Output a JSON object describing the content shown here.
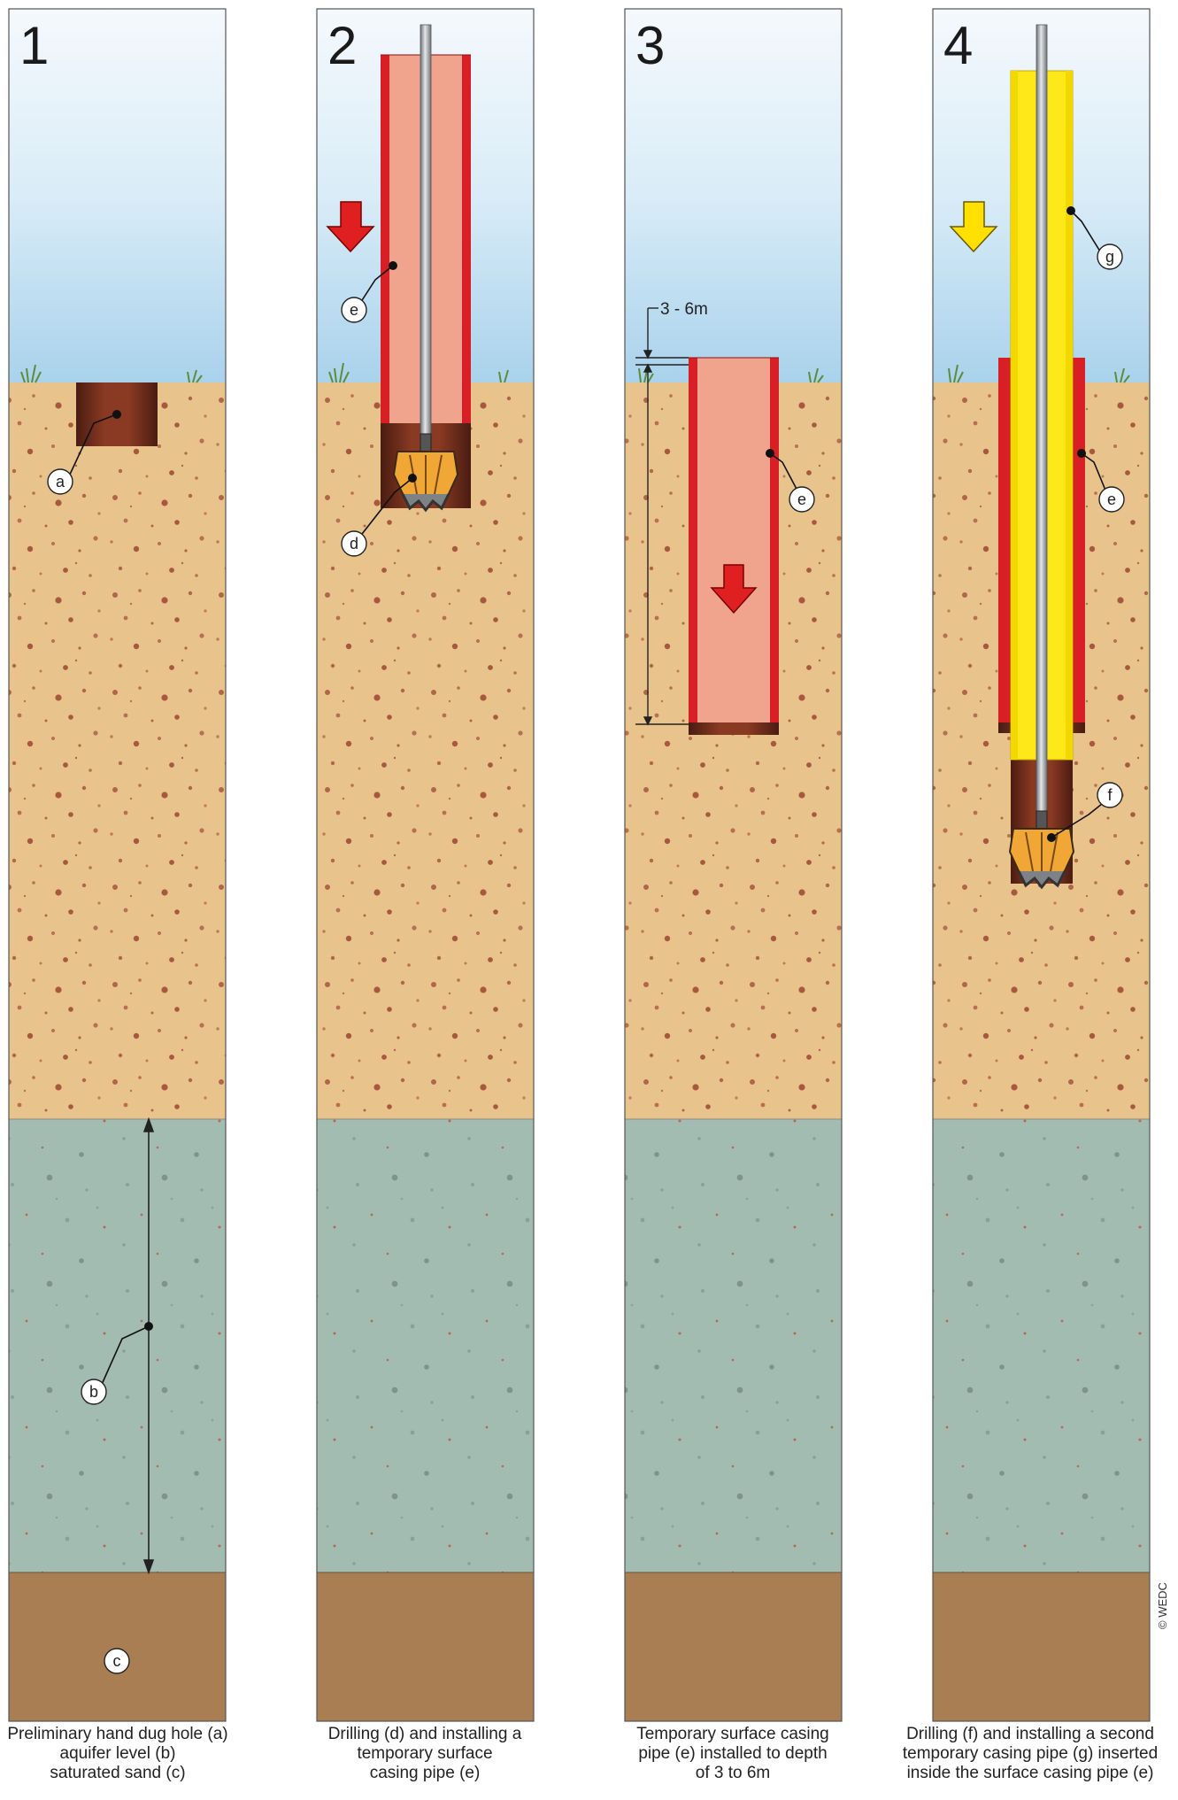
{
  "panels": [
    {
      "number": "1",
      "caption": [
        "Preliminary hand dug hole (a)",
        "aquifer level (b)",
        "saturated sand (c)"
      ],
      "callouts": [
        "a",
        "b",
        "c"
      ]
    },
    {
      "number": "2",
      "caption": [
        "Drilling (d) and installing a",
        "temporary surface",
        "casing pipe (e)"
      ],
      "callouts": [
        "e",
        "d"
      ]
    },
    {
      "number": "3",
      "caption": [
        "Temporary surface casing",
        "pipe (e) installed to depth",
        "of 3 to 6m"
      ],
      "callouts": [
        "e"
      ],
      "dimension": "3 - 6m"
    },
    {
      "number": "4",
      "caption": [
        "Drilling (f) and installing a second",
        "temporary casing pipe (g) inserted",
        "inside the surface casing pipe (e)"
      ],
      "callouts": [
        "g",
        "e",
        "f"
      ]
    }
  ],
  "copyright": "© WEDC",
  "colors": {
    "sky_top": "#f2f8fc",
    "sky_bottom": "#a9d2ec",
    "sand": "#e8c48c",
    "aquifer": "#a3bcb1",
    "bedrock": "#a87e52",
    "casing_e": "#f0a48e",
    "casing_e_wall": "#d91f26",
    "casing_g": "#ffe81a",
    "arrow_red": "#e02020",
    "arrow_yellow": "#ffe000"
  }
}
